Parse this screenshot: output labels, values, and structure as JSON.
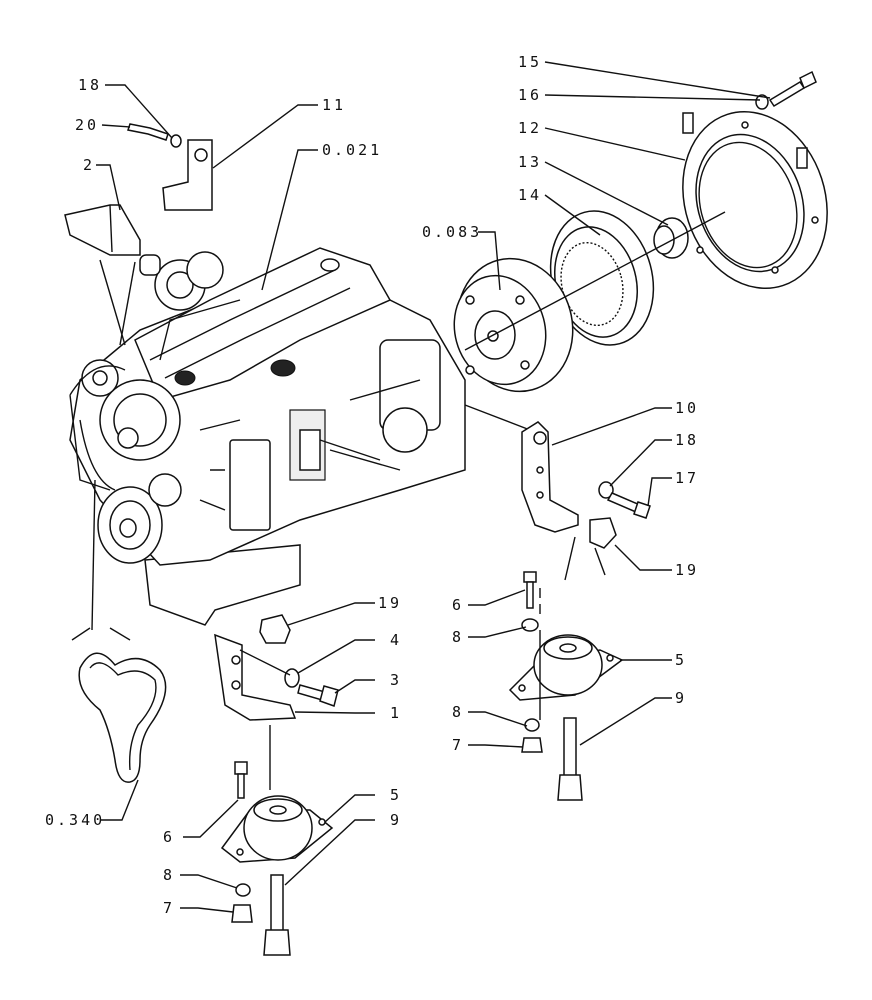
{
  "callouts": {
    "c15": "15",
    "c16": "16",
    "c12": "12",
    "c13": "13",
    "c14": "14",
    "c0083": "0.083",
    "c18a": "18",
    "c20": "20",
    "c11": "11",
    "c0021": "0.021",
    "c2": "2",
    "c10": "10",
    "c18b": "18",
    "c17": "17",
    "c19a": "19",
    "c6a": "6",
    "c8a": "8",
    "c5a": "5",
    "c8b": "8",
    "c9a": "9",
    "c7a": "7",
    "c19b": "19",
    "c4": "4",
    "c3": "3",
    "c1": "1",
    "c0340": "0.340",
    "c5b": "5",
    "c9b": "9",
    "c6b": "6",
    "c8c": "8",
    "c7b": "7"
  }
}
